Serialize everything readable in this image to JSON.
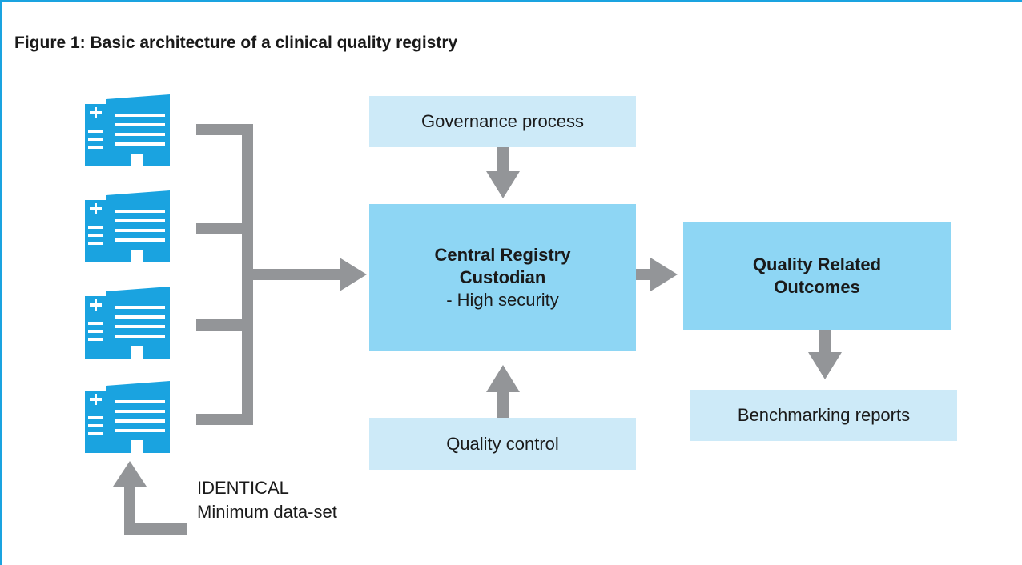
{
  "figure": {
    "title": "Figure 1: Basic architecture of a clinical quality registry"
  },
  "colors": {
    "accent": "#1aa3e0",
    "hospital": "#1aa3e0",
    "light_box": "#cdeaf8",
    "dark_box": "#8ed6f4",
    "connector": "#939598"
  },
  "icons": [
    "hospital-building-icon"
  ],
  "nodes": {
    "governance": "Governance process",
    "central_title_line1": "Central Registry",
    "central_title_line2": "Custodian",
    "central_sub": "- High security",
    "quality_control": "Quality control",
    "outcomes_line1": "Quality Related",
    "outcomes_line2": "Outcomes",
    "benchmarking": "Benchmarking reports"
  },
  "caption": {
    "line1": "IDENTICAL",
    "line2": "Minimum data-set"
  }
}
